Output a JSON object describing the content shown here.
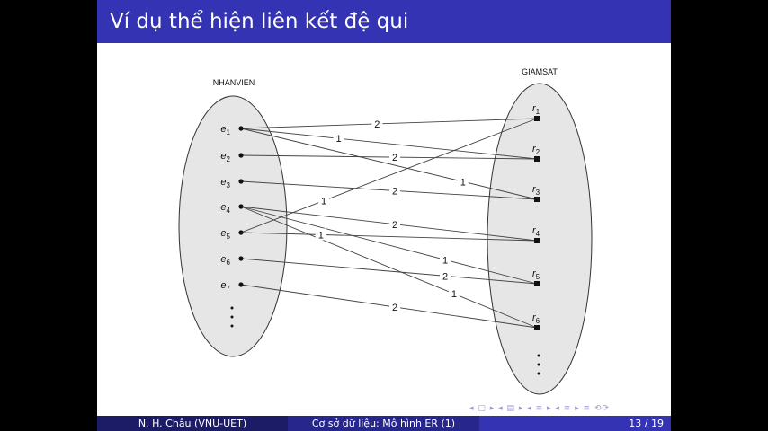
{
  "title": "Ví dụ thể hiện liên kết đệ qui",
  "diagram": {
    "left_set_label": "NHANVIEN",
    "right_set_label": "GIAMSAT",
    "left_elements": [
      "e1",
      "e2",
      "e3",
      "e4",
      "e5",
      "e6",
      "e7"
    ],
    "right_elements": [
      "r1",
      "r2",
      "r3",
      "r4",
      "r5",
      "r6"
    ],
    "links": [
      {
        "from": "e1",
        "to": "r1",
        "role": "2"
      },
      {
        "from": "e1",
        "to": "r2",
        "role": "1"
      },
      {
        "from": "e1",
        "to": "r3",
        "role": "1"
      },
      {
        "from": "e2",
        "to": "r2",
        "role": "2"
      },
      {
        "from": "e3",
        "to": "r3",
        "role": "2"
      },
      {
        "from": "e4",
        "to": "r4",
        "role": "2"
      },
      {
        "from": "e4",
        "to": "r5",
        "role": "1"
      },
      {
        "from": "e4",
        "to": "r6",
        "role": "1"
      },
      {
        "from": "e5",
        "to": "r1",
        "role": "1"
      },
      {
        "from": "e5",
        "to": "r4",
        "role": "1"
      },
      {
        "from": "e6",
        "to": "r5",
        "role": "2"
      },
      {
        "from": "e7",
        "to": "r6",
        "role": "2"
      }
    ]
  },
  "footer": {
    "author": "N. H. Châu  (VNU-UET)",
    "course": "Cơ sở dữ liệu: Mô hình ER (1)",
    "page": "13 / 19"
  },
  "navigation_symbols": "◂ ▢ ▸ ◂ ▤ ▸ ◂ ≡ ▸ ◂ ≡ ▸ ≡ ⟲⟳"
}
